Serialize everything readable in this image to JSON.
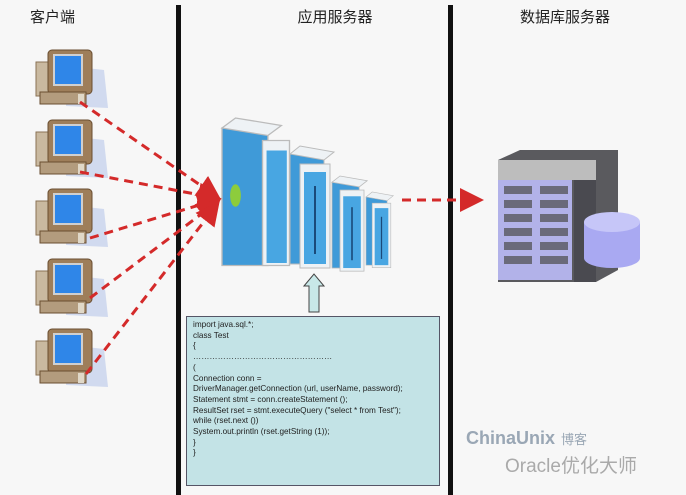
{
  "headers": {
    "client": "客户端",
    "app_server": "应用服务器",
    "db_server": "数据库服务器"
  },
  "code_lines": [
    "import java.sql.*;",
    "class Test",
    "{",
    "……………………………………………",
    "(",
    "Connection conn =",
    "DriverManager.getConnection (url, userName, password);",
    "Statement stmt = conn.createStatement ();",
    "ResultSet rset = stmt.executeQuery (\"select * from Test\");",
    "while (rset.next ())",
    "System.out.println (rset.getString (1));",
    "}",
    "}"
  ],
  "watermark": {
    "brand": "ChinaUnix",
    "brand_suffix": "博客",
    "account": "Oracle优化大师"
  },
  "colors": {
    "arrow": "#d42a2a",
    "code_bg": "#c3e3e6",
    "server_blue": "#3f9ad8",
    "db_disk": "#a9a9f2"
  }
}
